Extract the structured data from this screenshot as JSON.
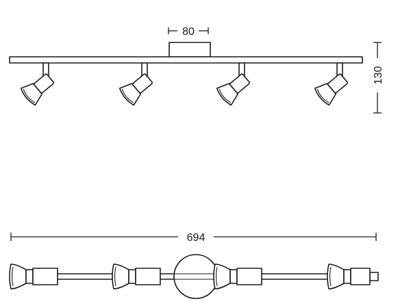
{
  "dimensions": {
    "canopy_width": "80",
    "height": "130",
    "total_length": "694"
  },
  "fixture": {
    "spot_count": 4
  }
}
